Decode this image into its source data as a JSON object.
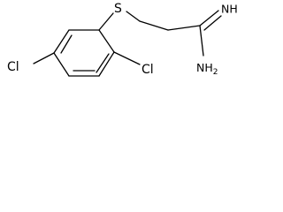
{
  "molecule": {
    "atoms": {
      "sulfur": "S",
      "chlorine_left": "Cl",
      "chlorine_right": "Cl",
      "imine": "NH",
      "amine": "NH",
      "amine_subscript": "2"
    }
  }
}
